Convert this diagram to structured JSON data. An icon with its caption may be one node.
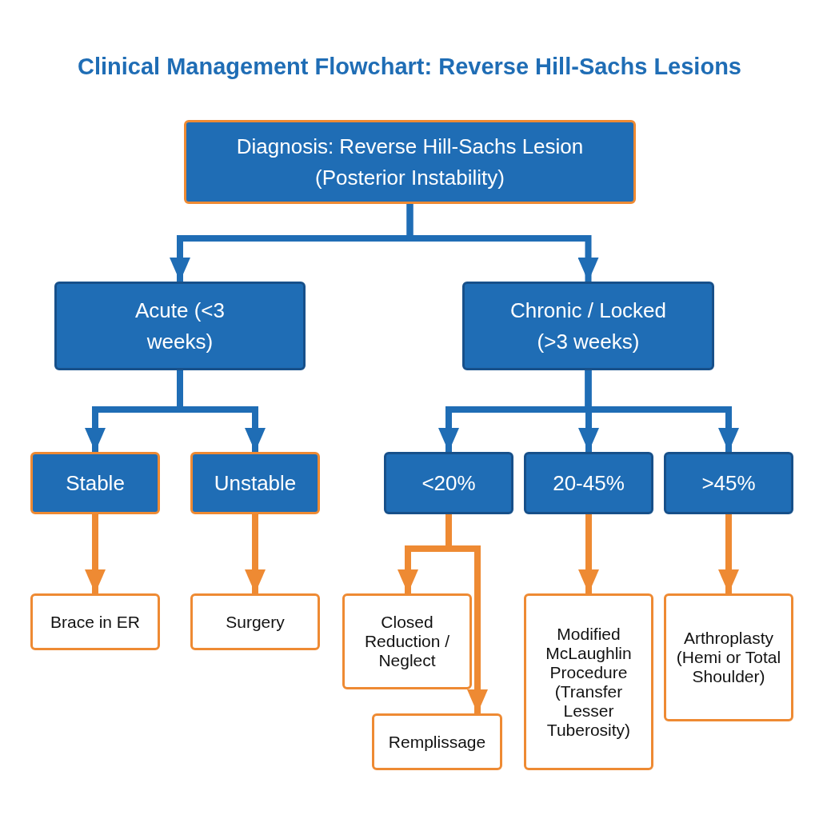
{
  "diagram": {
    "title": "Clinical Management Flowchart: Reverse Hill-Sachs Lesions",
    "nodes": [
      {
        "text": [
          "Diagnosis: Reverse Hill-Sachs Lesion (Posterior Instability)"
        ]
      },
      {
        "text": [
          "Acute (<3 weeks)"
        ]
      },
      {
        "text": [
          "Chronic / Locked (>3 weeks)"
        ]
      },
      {
        "text": [
          "Stable"
        ]
      },
      {
        "text": [
          "Unstable"
        ]
      },
      {
        "text": [
          "<20%"
        ]
      },
      {
        "text": [
          "20-45%"
        ]
      },
      {
        "text": [
          ">45%"
        ]
      },
      {
        "text": [
          "Brace in ER"
        ]
      },
      {
        "text": [
          "Surgery"
        ]
      },
      {
        "text": [
          "Closed Reduction / Neglect"
        ]
      },
      {
        "text": [
          "Remplissage"
        ]
      },
      {
        "text": [
          "Modified McLaughlin Procedure (Transfer Lesser Tuberosity)"
        ]
      },
      {
        "text": [
          "Arthroplasty (Hemi or Total Shoulder)"
        ]
      }
    ],
    "edges": [
      {
        "from": 0,
        "to": 1,
        "arrow": "to"
      },
      {
        "from": 0,
        "to": 2,
        "arrow": "to"
      },
      {
        "from": 1,
        "to": 3,
        "arrow": "to"
      },
      {
        "from": 1,
        "to": 4,
        "arrow": "to"
      },
      {
        "from": 2,
        "to": 5,
        "arrow": "to"
      },
      {
        "from": 2,
        "to": 6,
        "arrow": "to"
      },
      {
        "from": 2,
        "to": 7,
        "arrow": "to"
      },
      {
        "from": 3,
        "to": 8,
        "arrow": "to",
        "color": "#ee8a33"
      },
      {
        "from": 4,
        "to": 9,
        "arrow": "to",
        "color": "#ee8a33"
      },
      {
        "from": 5,
        "to": 10,
        "arrow": "to",
        "color": "#ee8a33"
      },
      {
        "from": 5,
        "to": 11,
        "arrow": "to",
        "color": "#ee8a33"
      },
      {
        "from": 6,
        "to": 12,
        "arrow": "to",
        "color": "#ee8a33"
      },
      {
        "from": 7,
        "to": 13,
        "arrow": "to",
        "color": "#ee8a33"
      }
    ]
  }
}
